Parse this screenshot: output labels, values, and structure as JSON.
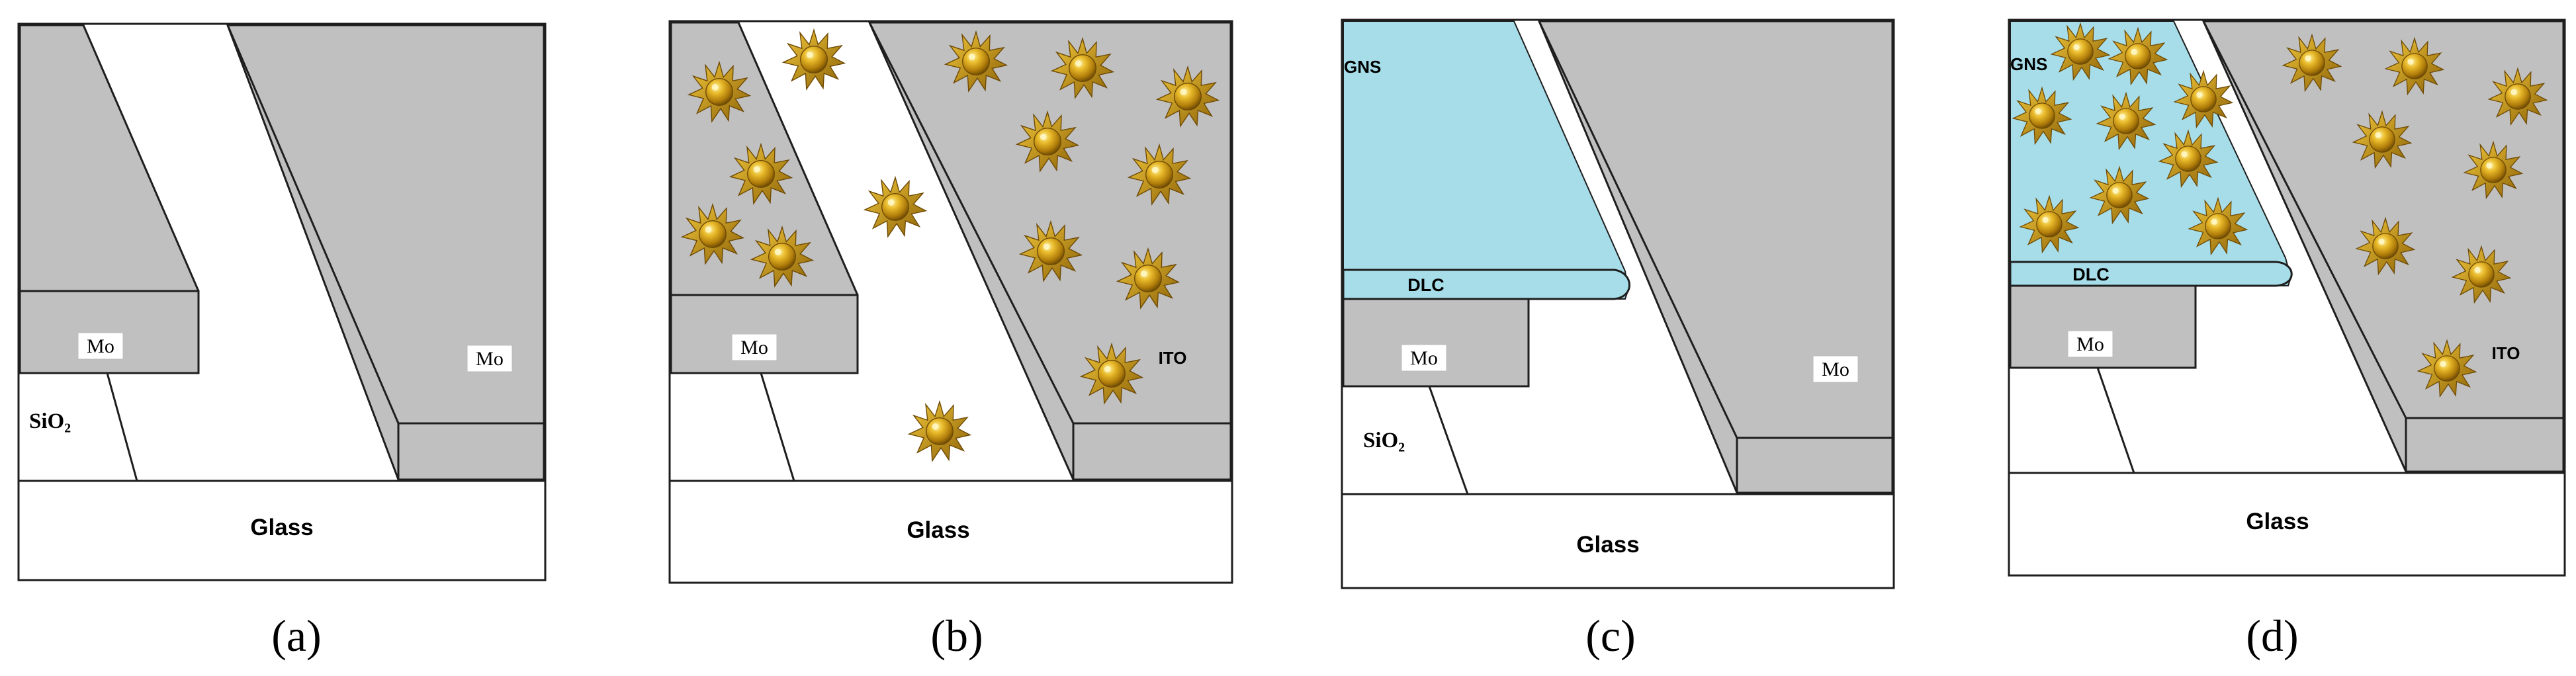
{
  "figure": {
    "panels": [
      {
        "id": "a",
        "caption": "(a)",
        "labels": {
          "mo_left": "Mo",
          "mo_right": "Mo",
          "sio2": "SiO₂",
          "glass": "Glass"
        }
      },
      {
        "id": "b",
        "caption": "(b)",
        "labels": {
          "mo_left": "Mo",
          "ito": "ITO",
          "glass": "Glass"
        }
      },
      {
        "id": "c",
        "caption": "(c)",
        "labels": {
          "gns": "GNS",
          "dlc": "DLC",
          "mo_left": "Mo",
          "mo_right": "Mo",
          "sio2": "SiO₂",
          "glass": "Glass"
        }
      },
      {
        "id": "d",
        "caption": "(d)",
        "labels": {
          "gns": "GNS",
          "dlc": "DLC",
          "mo_left": "Mo",
          "ito": "ITO",
          "glass": "Glass"
        }
      }
    ],
    "colors": {
      "substrate_gray": "#c0c0c0",
      "outline": "#1e1e1e",
      "gns_blue": "#a6dde9",
      "gold_nanostar": "#d4a017",
      "gold_highlight": "#fff3a0",
      "gold_shadow": "#7a5404",
      "background": "#ffffff"
    },
    "icons": {
      "nanoparticle": "gold-nanostar-icon"
    }
  }
}
